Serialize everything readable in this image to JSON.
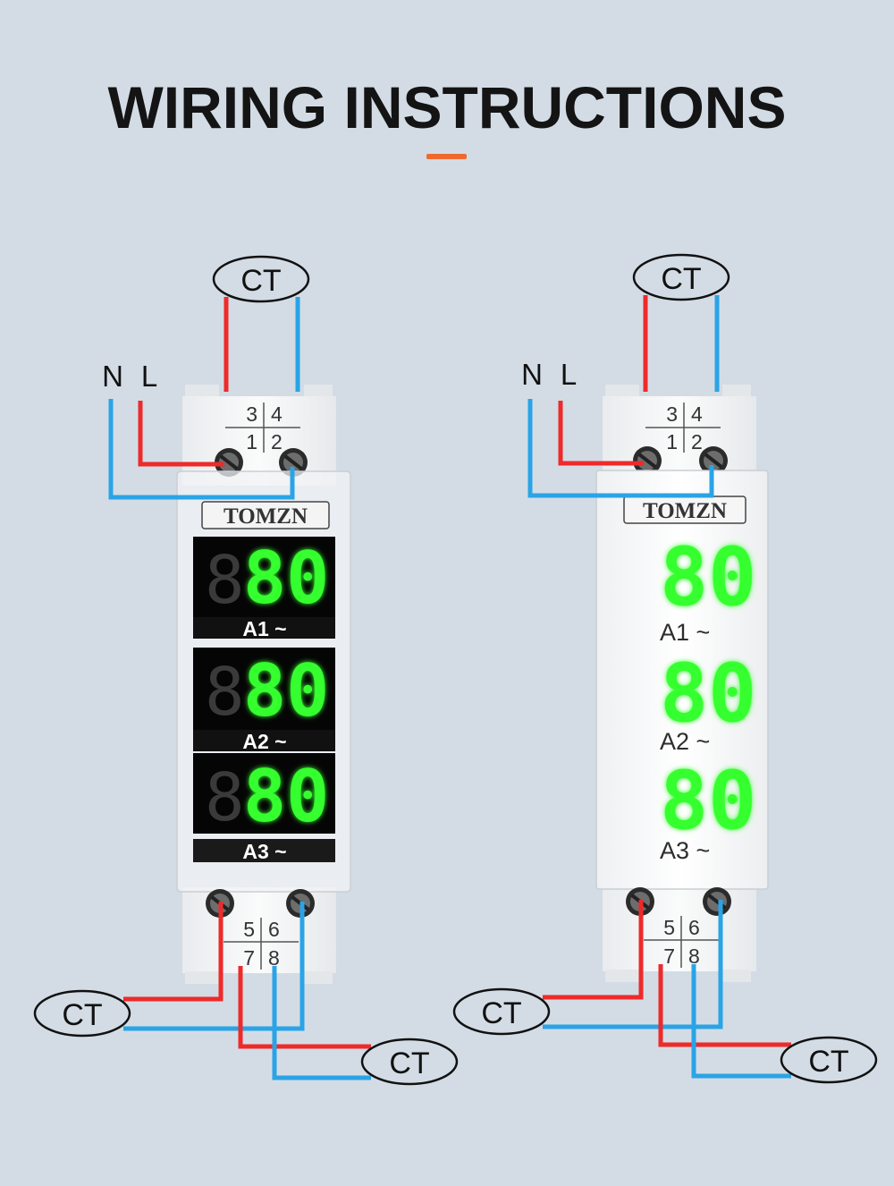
{
  "title": "WIRING INSTRUCTIONS",
  "colors": {
    "background": "#d3dce5",
    "accent": "#ef6a2e",
    "wire_live": "#ee2a2a",
    "wire_neutral": "#2aa4e6",
    "display_on": "#36ff2e"
  },
  "diagrams": [
    {
      "variant": "transparent-cover",
      "ct_top": "CT",
      "input_labels": {
        "n": "N",
        "l": "L"
      },
      "top_terminals": {
        "a": "3",
        "b": "4",
        "c": "1",
        "d": "2"
      },
      "brand": "TOMZN",
      "displays": [
        {
          "value": "80",
          "label": "A1 ~"
        },
        {
          "value": "80",
          "label": "A2 ~"
        },
        {
          "value": "80",
          "label": "A3 ~"
        }
      ],
      "bottom_terminals": {
        "a": "5",
        "b": "6",
        "c": "7",
        "d": "8"
      },
      "ct_bottom_left": "CT",
      "ct_bottom_right": "CT"
    },
    {
      "variant": "white-front",
      "ct_top": "CT",
      "input_labels": {
        "n": "N",
        "l": "L"
      },
      "top_terminals": {
        "a": "3",
        "b": "4",
        "c": "1",
        "d": "2"
      },
      "brand": "TOMZN",
      "displays": [
        {
          "value": "80",
          "label": "A1 ~"
        },
        {
          "value": "80",
          "label": "A2 ~"
        },
        {
          "value": "80",
          "label": "A3 ~"
        }
      ],
      "bottom_terminals": {
        "a": "5",
        "b": "6",
        "c": "7",
        "d": "8"
      },
      "ct_bottom_left": "CT",
      "ct_bottom_right": "CT"
    }
  ]
}
